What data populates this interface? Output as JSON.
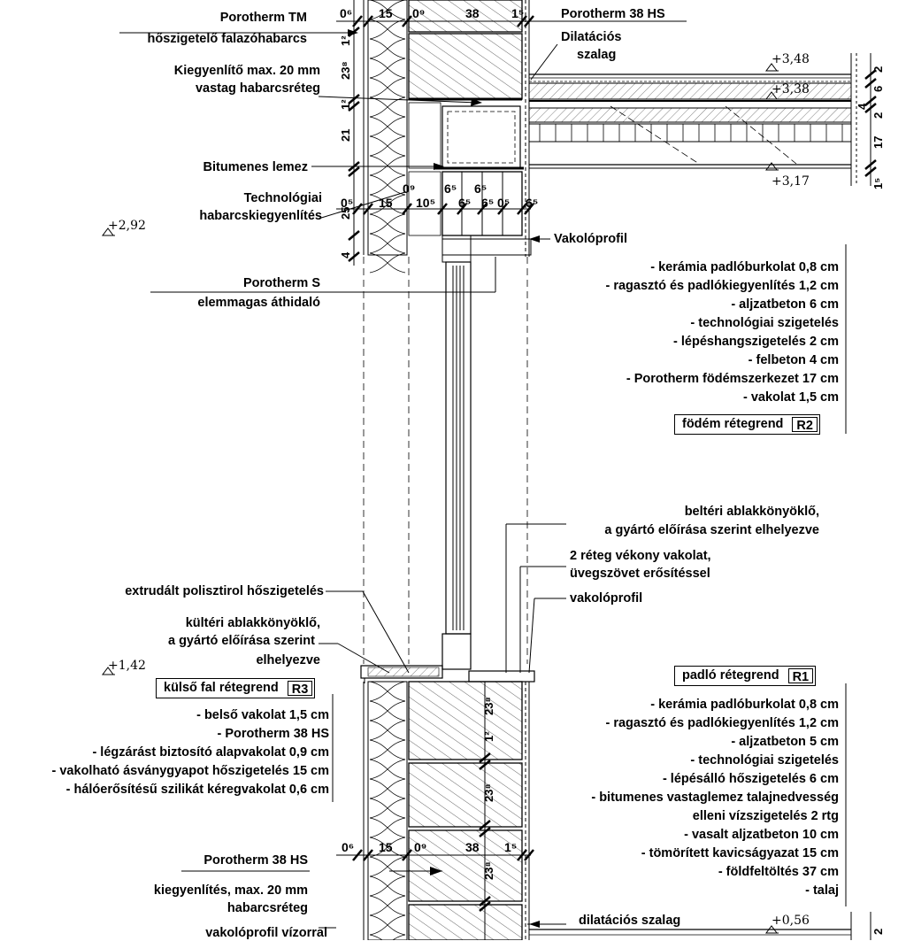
{
  "labels": {
    "porotherm_tm": "Porotherm TM",
    "porotherm_tm_sub": "hőszigetelő falazóhabarcs",
    "kiegyenlito_1": "Kiegyenlítő max. 20 mm",
    "kiegyenlito_2": "vastag habarcsréteg",
    "bitumenes": "Bitumenes lemez",
    "techn_1": "Technológiai",
    "techn_2": "habarcskiegyenlítés",
    "porotherm_s_1": "Porotherm S",
    "porotherm_s_2": "elemmagas áthidaló",
    "porotherm_38hs_top": "Porotherm 38 HS",
    "dilatacios_1": "Dilatációs",
    "dilatacios_2": "szalag",
    "vakoloprofil_top": "Vakolóprofil",
    "belteri_1": "beltéri ablakkönyöklő,",
    "belteri_2": "a gyártó előírása szerint elhelyezve",
    "ket_reteg_1": "2 réteg vékony vakolat,",
    "ket_reteg_2": "üvegszövet erősítéssel",
    "vakoloprofil_mid": "vakolóprofil",
    "extrudalt": "extrudált polisztirol hőszigetelés",
    "kulteri_1": "kültéri ablakkönyöklő,",
    "kulteri_2": "a gyártó előírása szerint",
    "kulteri_3": "elhelyezve",
    "porotherm_38hs_bottom": "Porotherm 38 HS",
    "kiegy_bottom_1": "kiegyenlítés, max. 20 mm",
    "kiegy_bottom_2": "habarcsréteg",
    "vakoloprofil_bottom": "vakolóprofil vízorral",
    "dilatacios_bottom": "dilatációs szalag"
  },
  "levels": {
    "l348": "+3,48",
    "l338": "+3,38",
    "l317": "+3,17",
    "l292": "+2,92",
    "l142": "+1,42",
    "l056": "+0,56"
  },
  "dims_top": {
    "d06": "0⁶",
    "d15": "15",
    "d09": "0⁹",
    "d38": "38",
    "d15b": "1⁵"
  },
  "dims_mid": {
    "d05": "0⁵",
    "d15": "15",
    "d09": "0⁹",
    "d105": "10⁵",
    "d65a": "6⁵",
    "d65b": "6⁵",
    "d65c": "6⁵",
    "d05b": "0⁵",
    "d65d": "6⁵",
    "d65e": "6⁵"
  },
  "dims_bottom": {
    "d06": "0⁶",
    "d15": "15",
    "d09": "0⁹",
    "d38": "38",
    "d15b": "1⁵"
  },
  "vdims_left": {
    "v12a": "1²",
    "v238": "23⁸",
    "v12b": "1²",
    "v21": "21",
    "v25": "25",
    "v4": "4"
  },
  "vdims_right": {
    "v2": "2",
    "v6": "6",
    "v4": "4",
    "v2b": "2",
    "v17": "17",
    "v15": "1⁵"
  },
  "vdims_bottom": {
    "v238a": "23⁸",
    "v12": "1²",
    "v238b": "23⁸",
    "v238c": "23⁸",
    "v2": "2"
  },
  "r2": {
    "items": [
      "- kerámia padlóburkolat 0,8 cm",
      "- ragasztó és padlókiegyenlítés 1,2 cm",
      "- aljzatbeton 6 cm",
      "- technológiai szigetelés",
      "- lépéshangszigetelés 2 cm",
      "- felbeton 4 cm",
      "- Porotherm födémszerkezet 17 cm",
      "- vakolat 1,5 cm"
    ],
    "title": "födém rétegrend",
    "code": "R2"
  },
  "r1": {
    "title": "padló rétegrend",
    "code": "R1",
    "items": [
      "- kerámia padlóburkolat 0,8 cm",
      "- ragasztó és padlókiegyenlítés 1,2 cm",
      "- aljzatbeton 5 cm",
      "- technológiai szigetelés",
      "- lépésálló hőszigetelés 6 cm",
      "- bitumenes vastaglemez talajnedvesség",
      "elleni vízszigetelés 2 rtg",
      "- vasalt aljzatbeton 10 cm",
      "- tömörített kavicságyazat 15 cm",
      "- földfeltöltés 37 cm",
      "- talaj"
    ]
  },
  "r3": {
    "title": "külső fal rétegrend",
    "code": "R3",
    "items": [
      "- belső vakolat 1,5 cm",
      "- Porotherm 38 HS",
      "- légzárást biztosító alapvakolat 0,9 cm",
      "- vakolható ásványgyapot hőszigetelés 15 cm",
      "- hálóerősítésű szilikát kéregvakolat 0,6 cm"
    ]
  }
}
